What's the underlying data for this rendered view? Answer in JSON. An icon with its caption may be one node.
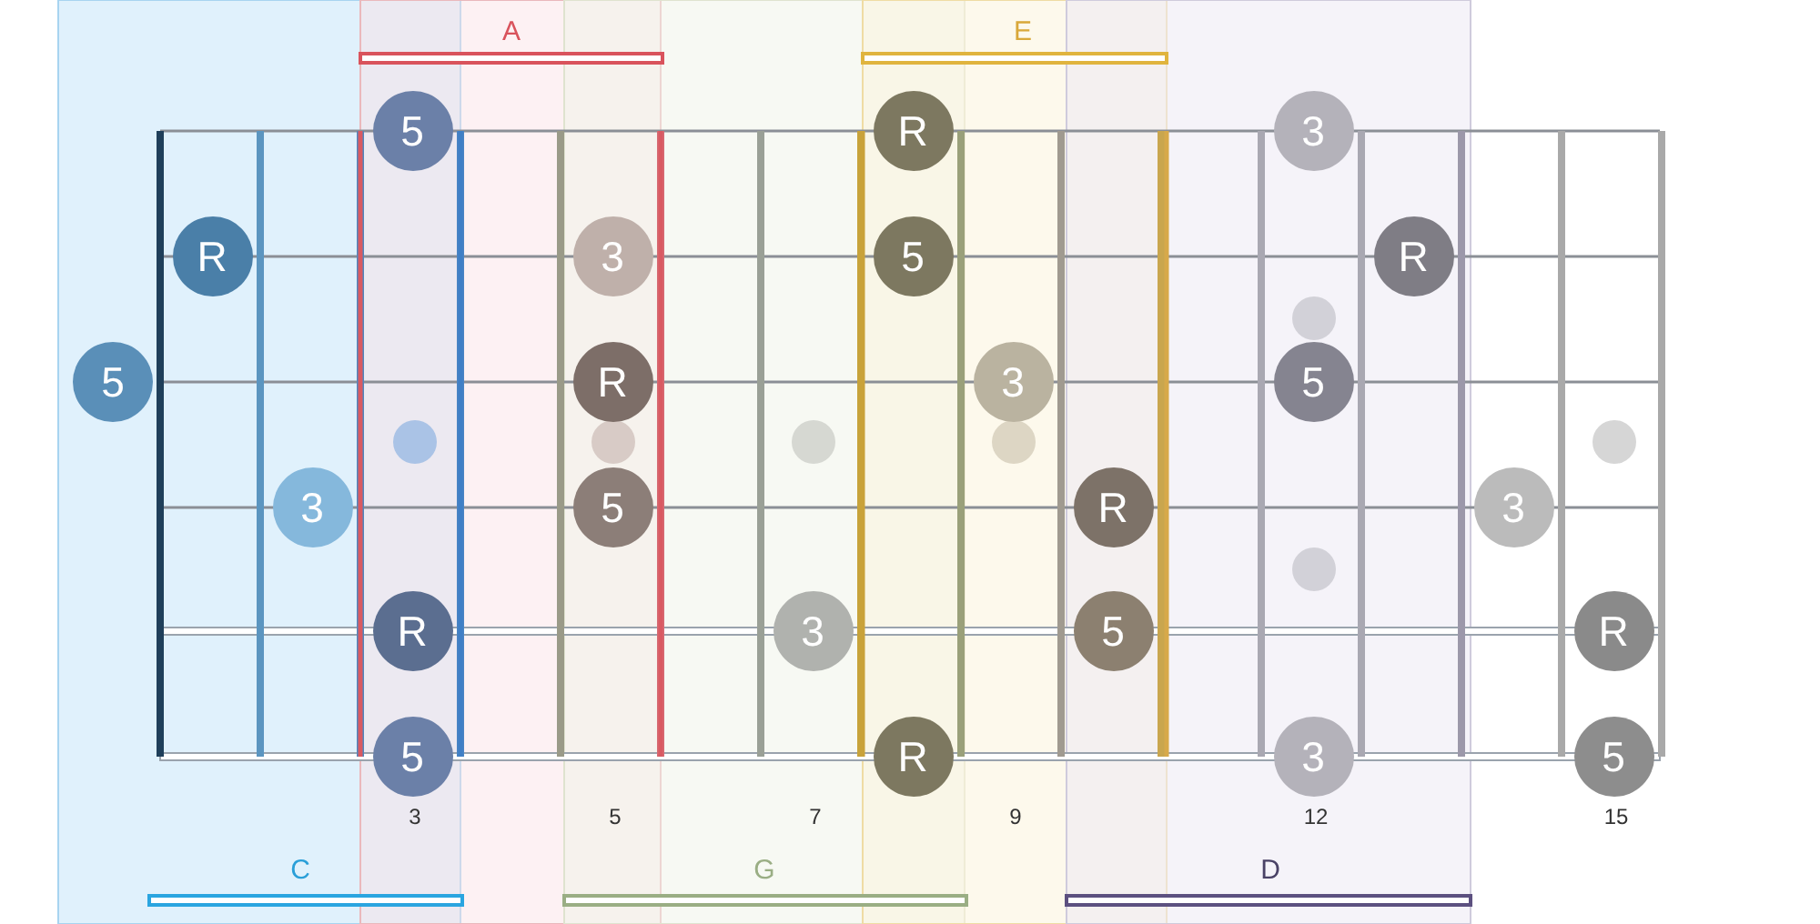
{
  "diagram": {
    "nodes": [
      {
        "text": [
          "5"
        ]
      },
      {
        "text": [
          "R"
        ]
      },
      {
        "text": [
          "3"
        ]
      },
      {
        "text": [
          "R"
        ]
      },
      {
        "text": [
          "3"
        ]
      },
      {
        "text": [
          "5"
        ]
      },
      {
        "text": [
          "R"
        ]
      },
      {
        "text": [
          "5"
        ]
      },
      {
        "text": [
          "R"
        ]
      },
      {
        "text": [
          "3"
        ]
      },
      {
        "text": [
          "5"
        ]
      },
      {
        "text": [
          "3"
        ]
      },
      {
        "text": [
          "5"
        ]
      },
      {
        "text": [
          "R"
        ]
      },
      {
        "text": [
          "3"
        ]
      },
      {
        "text": [
          "R"
        ]
      },
      {
        "text": [
          "3"
        ]
      },
      {
        "text": [
          "5"
        ]
      },
      {
        "text": [
          "R"
        ]
      },
      {
        "text": [
          "5"
        ]
      },
      {
        "text": [
          "R"
        ]
      },
      {
        "text": [
          "3"
        ]
      },
      {
        "text": [
          "5"
        ]
      }
    ],
    "labels": [
      "A",
      "E",
      "3",
      "5",
      "7",
      "9",
      "12",
      "15",
      "C",
      "G",
      "D"
    ]
  }
}
